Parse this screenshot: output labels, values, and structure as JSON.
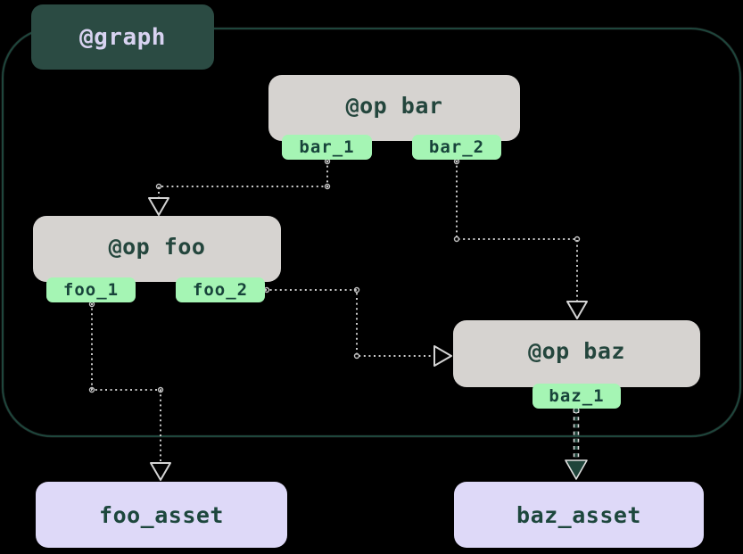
{
  "graph": {
    "label": "@graph"
  },
  "ops": [
    {
      "title": "@op bar",
      "outputs": [
        "bar_1",
        "bar_2"
      ]
    },
    {
      "title": "@op foo",
      "outputs": [
        "foo_1",
        "foo_2"
      ]
    },
    {
      "title": "@op baz",
      "outputs": [
        "baz_1"
      ]
    }
  ],
  "assets": [
    {
      "label": "foo_asset"
    },
    {
      "label": "baz_asset"
    }
  ],
  "edges": [
    {
      "from": "bar_1",
      "to": "@op foo"
    },
    {
      "from": "bar_2",
      "to": "@op baz"
    },
    {
      "from": "foo_2",
      "to": "@op baz"
    },
    {
      "from": "foo_1",
      "to": "foo_asset"
    },
    {
      "from": "baz_1",
      "to": "baz_asset"
    }
  ],
  "colors": {
    "background": "#000000",
    "graph_border": "#1e463c",
    "graph_label_bg": "#2b4b43",
    "graph_label_text": "#d8d3f1",
    "op_bg": "#d6d3d0",
    "op_text": "#24463d",
    "output_tag_bg": "#a5f5b4",
    "output_tag_text": "#17433a",
    "asset_bg": "#ded9f8",
    "asset_text": "#1d473d",
    "edge_light": "#c8c8c8",
    "edge_dark": "#20453b"
  }
}
